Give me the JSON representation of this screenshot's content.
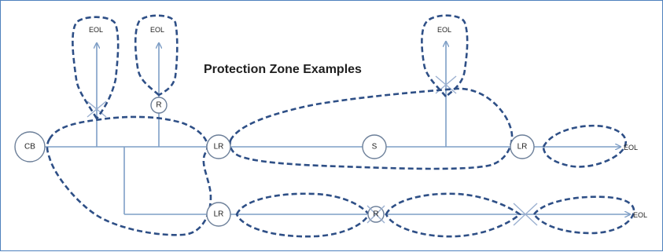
{
  "title": "Protection Zone Examples",
  "nodes": {
    "cb": "CB",
    "lr_top_left": "LR",
    "s": "S",
    "lr_top_right": "LR",
    "lr_bottom": "LR",
    "r_top": "R",
    "r_bottom": "R"
  },
  "end_labels": {
    "eol_1": "EOL",
    "eol_2": "EOL",
    "eol_3": "EOL",
    "eol_4": "EOL",
    "eol_5": "EOL"
  },
  "colors": {
    "frame": "#4f81bd",
    "zone": "#2e4f86",
    "line": "#7f9fc6"
  }
}
